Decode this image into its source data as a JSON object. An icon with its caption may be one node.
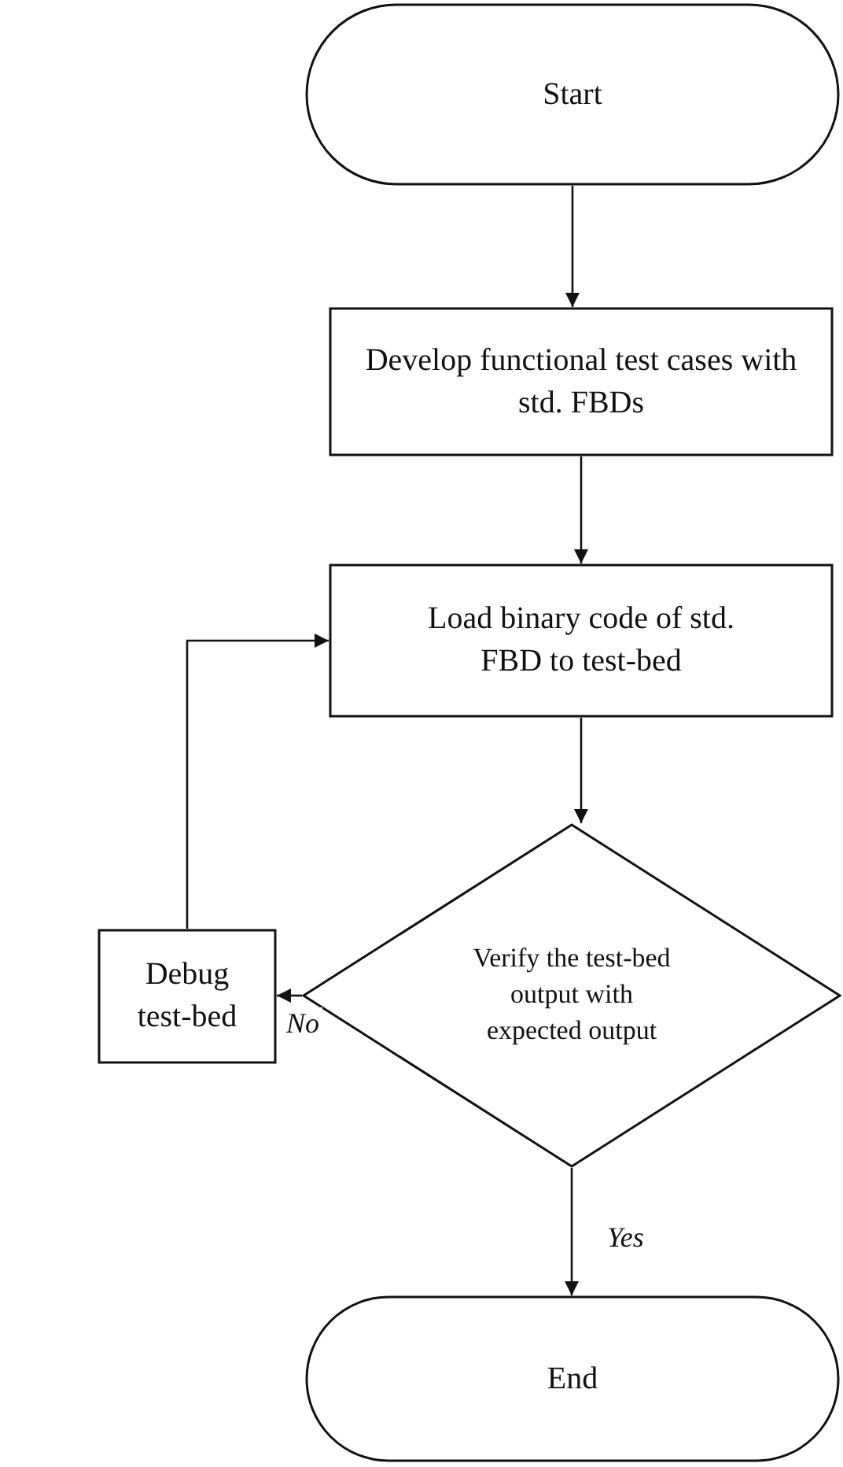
{
  "diagram": {
    "nodes": [
      {
        "text": [
          "Start"
        ]
      },
      {
        "text": [
          "Develop functional test cases with std. FBDs"
        ]
      },
      {
        "text": [
          "Load binary code of std. FBD to test-bed"
        ]
      },
      {
        "text": [
          "Verify the test-bed output with expected output"
        ]
      },
      {
        "text": [
          "Debug test-bed"
        ]
      },
      {
        "text": [
          "End"
        ]
      }
    ],
    "edges": [
      {
        "from": 0,
        "to": 1,
        "arrow": "to"
      },
      {
        "from": 1,
        "to": 2,
        "arrow": "to"
      },
      {
        "from": 2,
        "to": 3,
        "arrow": "to"
      },
      {
        "from": 3,
        "to": 4,
        "label": "No",
        "arrow": "to"
      },
      {
        "from": 4,
        "to": 2,
        "arrow": "to"
      },
      {
        "from": 3,
        "to": 5,
        "label": "Yes",
        "arrow": "to"
      }
    ]
  }
}
